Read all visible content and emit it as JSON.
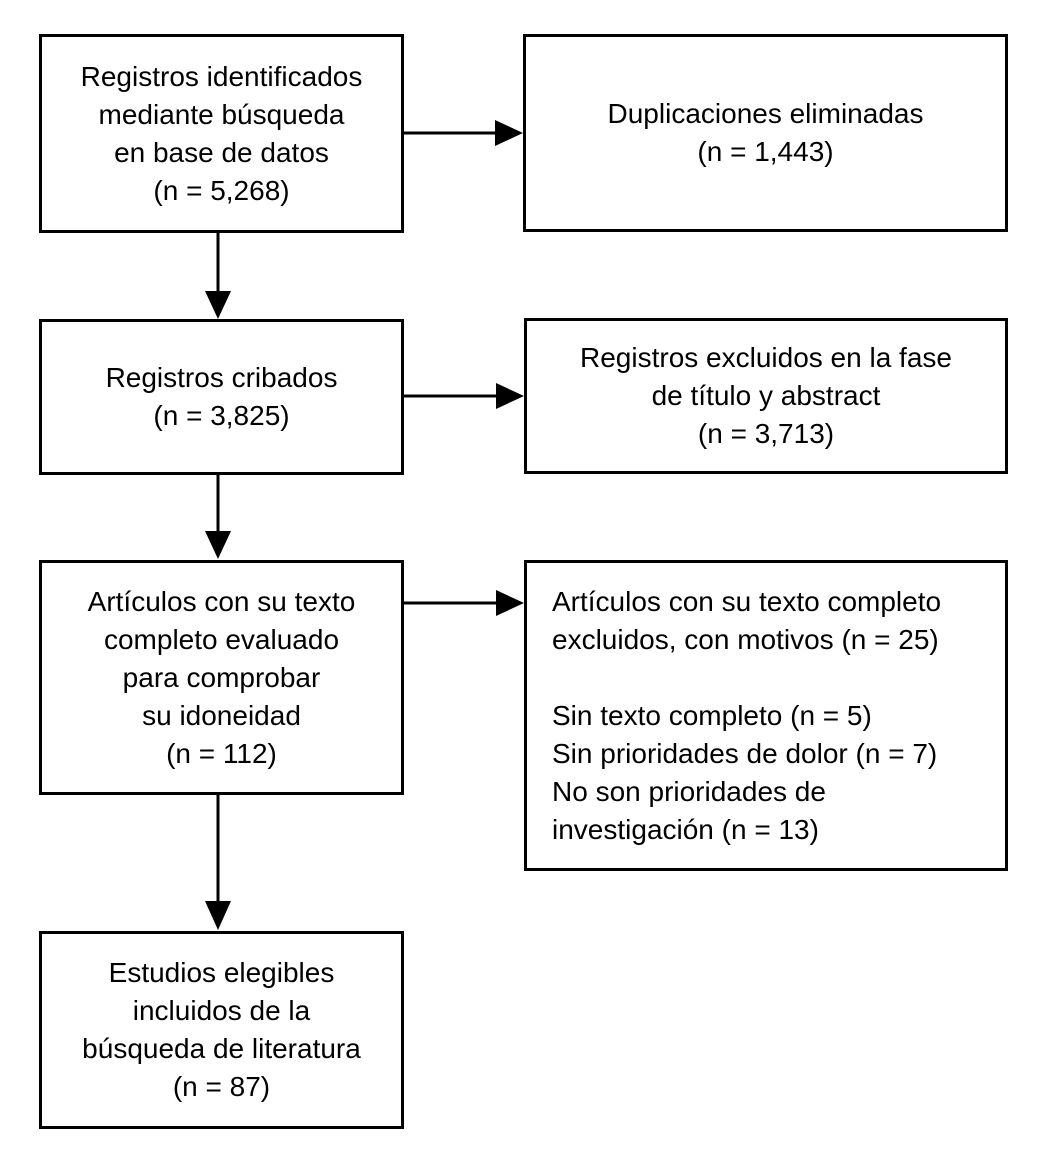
{
  "diagram": {
    "type": "flowchart",
    "language": "es",
    "colors": {
      "box_border": "#000000",
      "box_background": "#ffffff",
      "text": "#000000",
      "page_background": "#ffffff",
      "arrow": "#000000"
    },
    "boxes": [
      {
        "name": "records-identified",
        "text": "Registros identificados\nmediante búsqueda\nen base de datos\n(n = 5,268)",
        "count": "5,268"
      },
      {
        "name": "duplicates-removed",
        "text": "Duplicaciones eliminadas\n(n = 1,443)",
        "count": "1,443"
      },
      {
        "name": "records-screened",
        "text": "Registros cribados\n(n = 3,825)",
        "count": "3,825"
      },
      {
        "name": "records-excluded-title-abstract",
        "text": "Registros excluidos en la fase\nde título y abstract\n(n = 3,713)",
        "count": "3,713"
      },
      {
        "name": "fulltext-assessed",
        "text": "Artículos con su texto\ncompleto evaluado\npara comprobar\nsu idoneidad\n(n = 112)",
        "count": "112"
      },
      {
        "name": "fulltext-excluded-with-reasons",
        "text": "Artículos con su texto completo\nexcluidos, con motivos (n = 25)\n\nSin texto completo (n = 5)\nSin prioridades de dolor (n = 7)\nNo son prioridades de\ninvestigación (n = 13)",
        "count": "25"
      },
      {
        "name": "studies-included",
        "text": "Estudios elegibles\nincluidos de la\nbúsqueda de literatura\n(n = 87)",
        "count": "87"
      }
    ],
    "connections": [
      {
        "from": "records-identified",
        "to": "duplicates-removed",
        "direction": "right"
      },
      {
        "from": "records-identified",
        "to": "records-screened",
        "direction": "down"
      },
      {
        "from": "records-screened",
        "to": "records-excluded-title-abstract",
        "direction": "right"
      },
      {
        "from": "records-screened",
        "to": "fulltext-assessed",
        "direction": "down"
      },
      {
        "from": "fulltext-assessed",
        "to": "fulltext-excluded-with-reasons",
        "direction": "right"
      },
      {
        "from": "fulltext-assessed",
        "to": "studies-included",
        "direction": "down"
      }
    ]
  }
}
